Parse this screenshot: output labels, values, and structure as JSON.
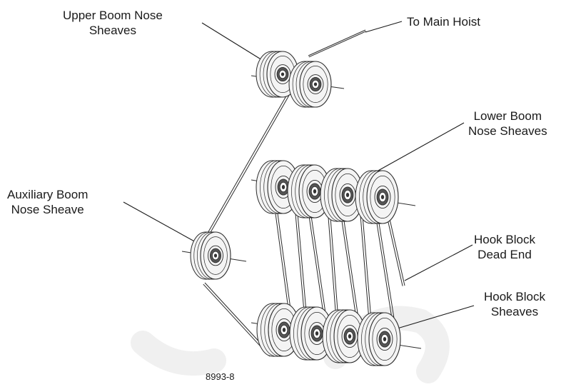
{
  "labels": {
    "upper_boom_nose_sheaves": [
      "Upper Boom Nose",
      "Sheaves"
    ],
    "to_main_hoist": "To Main Hoist",
    "lower_boom_nose_sheaves": [
      "Lower Boom",
      "Nose Sheaves"
    ],
    "auxiliary_boom_nose_sheave": [
      "Auxiliary Boom",
      "Nose Sheave"
    ],
    "hook_block_dead_end": [
      "Hook Block",
      "Dead End"
    ],
    "hook_block_sheaves": [
      "Hook Block",
      "Sheaves"
    ]
  },
  "figure_number": "8993-8",
  "colors": {
    "line": "#2b2b2b",
    "sheave_fill": "#f4f4f4",
    "watermark": "#f1f1f1"
  }
}
